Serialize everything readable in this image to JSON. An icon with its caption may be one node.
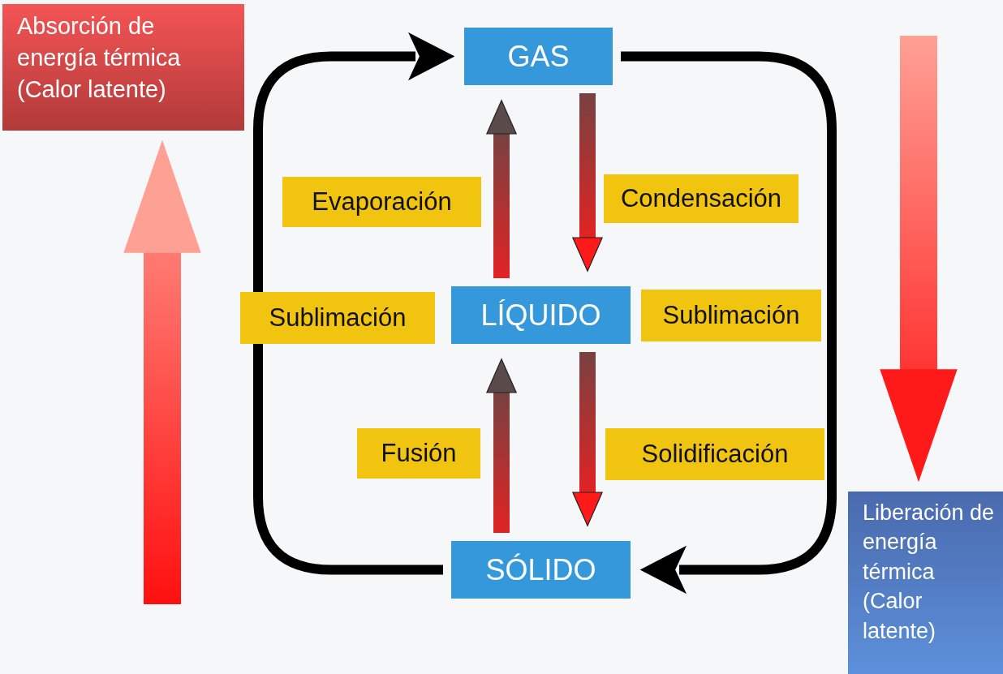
{
  "diagram": {
    "nodes": [
      {
        "text": [
          "GAS"
        ]
      },
      {
        "text": [
          "LÍQUIDO"
        ]
      },
      {
        "text": [
          "SÓLIDO"
        ]
      },
      {
        "text": [
          "Absorción de energía térmica (Calor latente)"
        ]
      },
      {
        "text": [
          "Liberación de energía térmica (Calor latente)"
        ]
      }
    ],
    "edges": [
      {
        "from": 1,
        "to": 0,
        "arrow": "to",
        "label": "Evaporación"
      },
      {
        "from": 0,
        "to": 1,
        "arrow": "to",
        "label": "Condensación"
      },
      {
        "from": 2,
        "to": 1,
        "arrow": "to",
        "label": "Fusión"
      },
      {
        "from": 1,
        "to": 2,
        "arrow": "to",
        "label": "Solidificación"
      },
      {
        "from": 2,
        "to": 0,
        "arrow": "to",
        "label": "Sublimación"
      },
      {
        "from": 0,
        "to": 2,
        "arrow": "to",
        "label": "Sublimación"
      },
      {
        "from": null,
        "to": 3,
        "arrow": "to"
      },
      {
        "from": null,
        "to": 4,
        "arrow": "to"
      }
    ]
  }
}
